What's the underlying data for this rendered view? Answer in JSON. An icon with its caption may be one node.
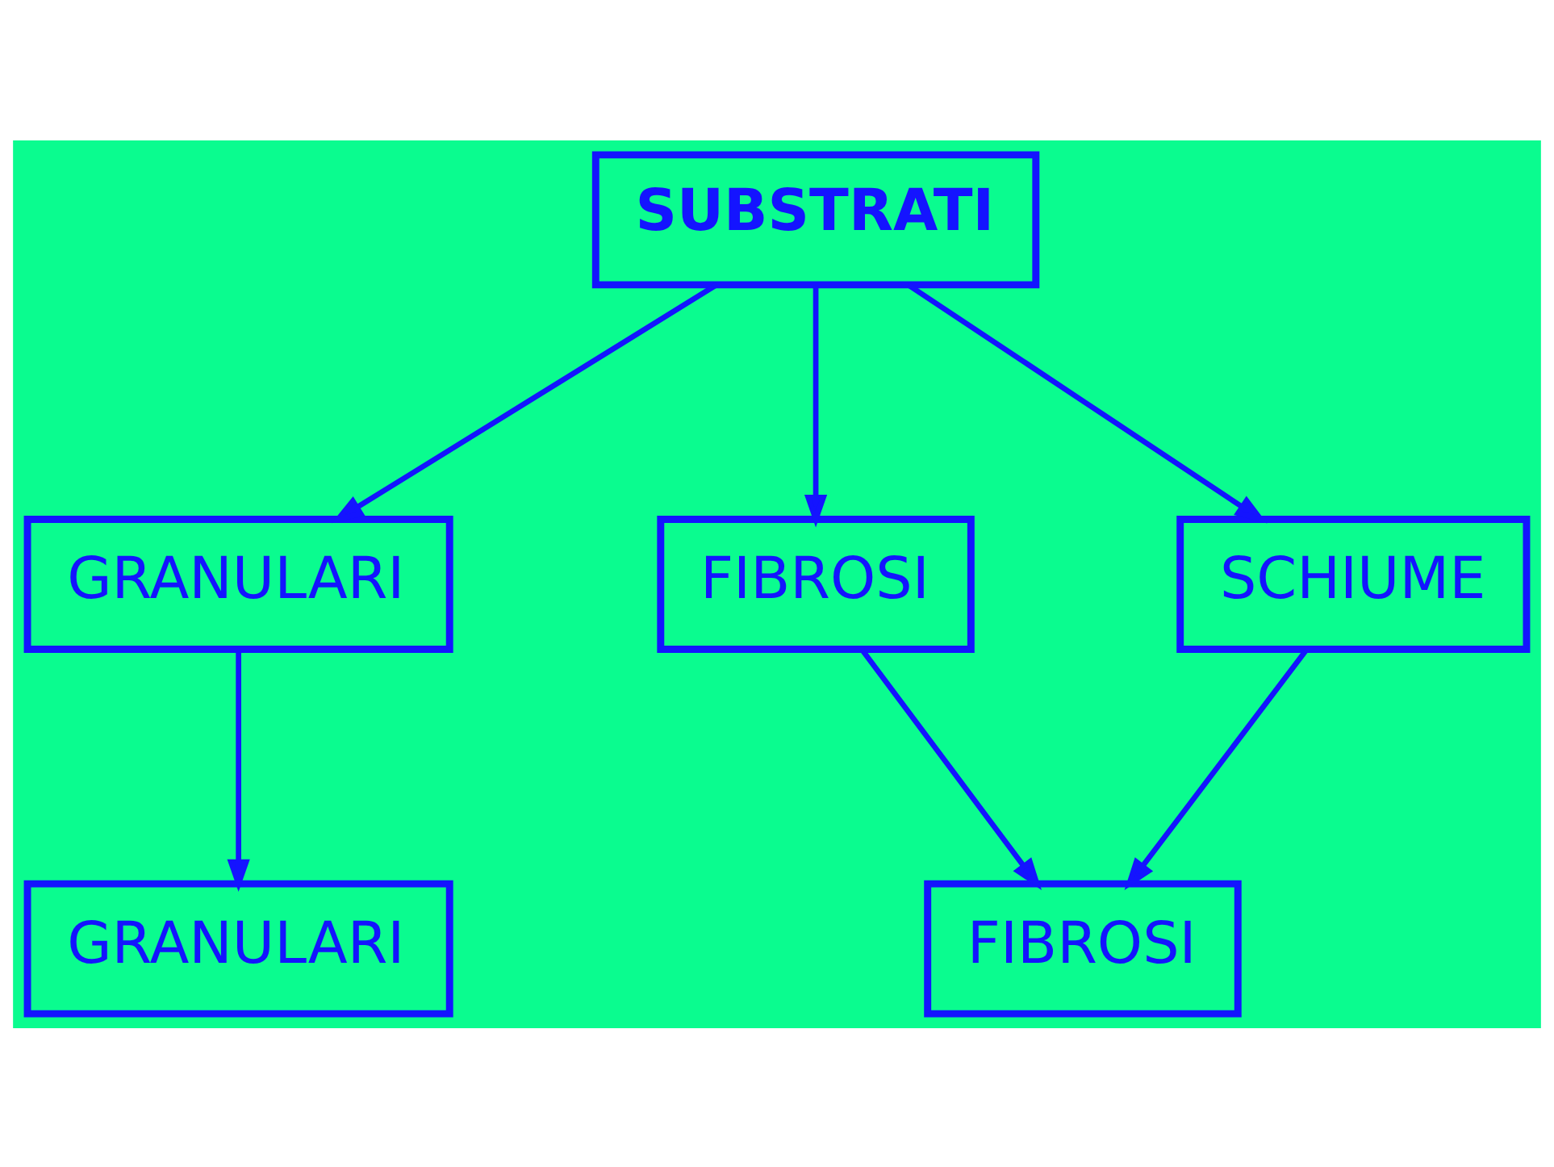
{
  "diagram": {
    "nodes": [
      {
        "text": [
          "SUBSTRATI"
        ]
      },
      {
        "text": [
          "GRANULARI"
        ]
      },
      {
        "text": [
          "FIBROSI"
        ]
      },
      {
        "text": [
          "SCHIUME"
        ]
      },
      {
        "text": [
          "GRANULARI"
        ]
      },
      {
        "text": [
          "FIBROSI"
        ]
      }
    ],
    "edges": [
      {
        "from": 0,
        "to": 1,
        "arrow": "to"
      },
      {
        "from": 0,
        "to": 2,
        "arrow": "to"
      },
      {
        "from": 0,
        "to": 3,
        "arrow": "to"
      },
      {
        "from": 1,
        "to": 4,
        "arrow": "to"
      },
      {
        "from": 2,
        "to": 5,
        "arrow": "to"
      },
      {
        "from": 3,
        "to": 5,
        "arrow": "to"
      }
    ]
  }
}
